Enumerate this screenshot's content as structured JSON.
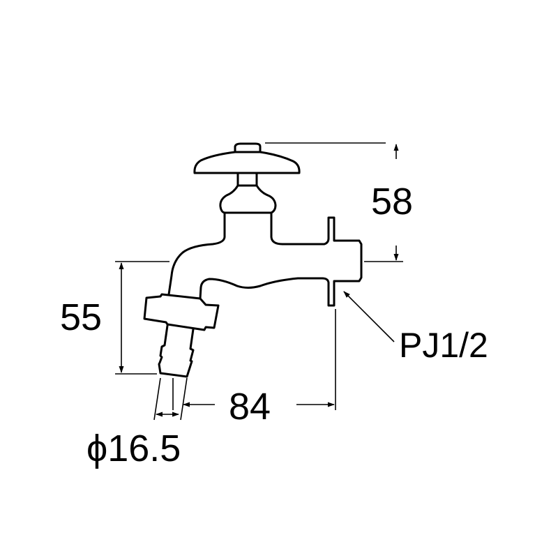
{
  "title": "Faucet dimension drawing",
  "dimensions": {
    "height_handle": "58",
    "height_spout": "55",
    "depth": "84",
    "hose_diameter": "ϕ16.5",
    "thread": "PJ1/2"
  },
  "colors": {
    "line": "#000000",
    "background": "#ffffff"
  }
}
